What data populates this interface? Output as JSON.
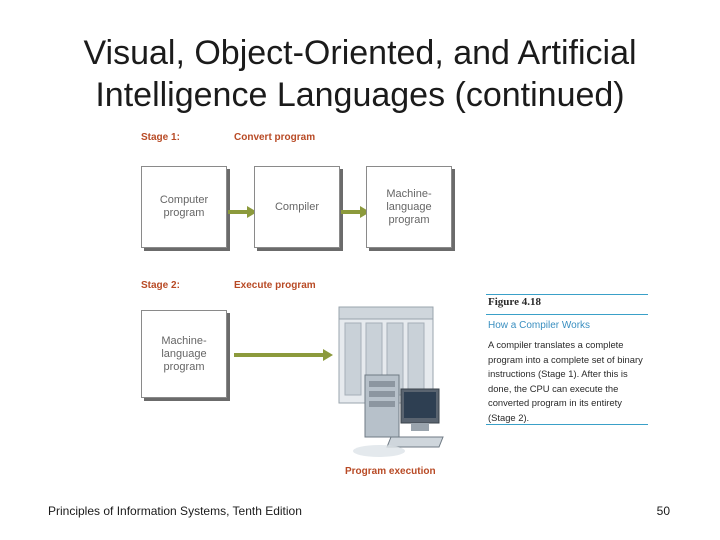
{
  "slide": {
    "title": "Visual, Object-Oriented, and Artificial Intelligence Languages (continued)",
    "footer": "Principles of Information Systems, Tenth Edition",
    "page_number": "50"
  },
  "diagram": {
    "stage1": {
      "label": "Stage 1:",
      "heading": "Convert program"
    },
    "stage2": {
      "label": "Stage 2:",
      "heading": "Execute program"
    },
    "boxes": {
      "computer_program": "Computer\nprogram",
      "compiler": "Compiler",
      "machine_language_1": "Machine-\nlanguage\nprogram",
      "machine_language_2": "Machine-\nlanguage\nprogram"
    },
    "execution_label": "Program execution",
    "arrow_color": "#8c9a3c",
    "heading_color": "#b84a25"
  },
  "figure": {
    "number": "Figure 4.18",
    "title": "How a Compiler Works",
    "caption": "A compiler translates a complete program into a complete set of binary instructions (Stage 1). After this is done, the CPU can execute the converted program in its entirety (Stage 2)."
  }
}
